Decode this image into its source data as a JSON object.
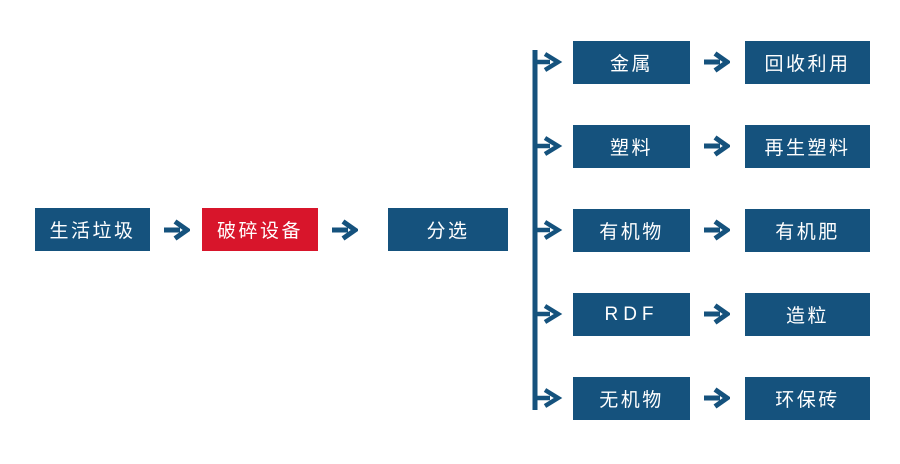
{
  "diagram": {
    "type": "flowchart",
    "main_flow": {
      "source": {
        "label": "生活垃圾"
      },
      "process": {
        "label": "破碎设备"
      },
      "sorter": {
        "label": "分选"
      }
    },
    "branches": [
      {
        "item": "金属",
        "result": "回收利用"
      },
      {
        "item": "塑料",
        "result": "再生塑料"
      },
      {
        "item": "有机物",
        "result": "有机肥"
      },
      {
        "item": "RDF",
        "result": "造粒"
      },
      {
        "item": "无机物",
        "result": "环保砖"
      }
    ]
  },
  "colors": {
    "node_blue": "#15527D",
    "node_red": "#D8152B",
    "arrow_blue": "#15527D",
    "text": "#ffffff",
    "background": "#ffffff"
  },
  "icons": {
    "arrow": "arrow-right-icon",
    "connector": "branch-tree-connector"
  }
}
